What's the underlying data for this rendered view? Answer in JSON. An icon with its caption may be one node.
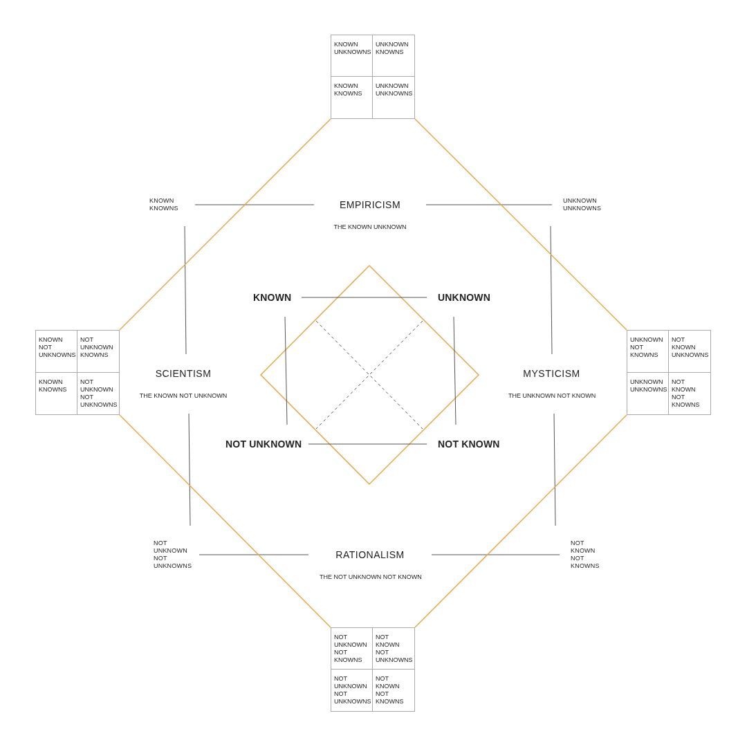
{
  "diagram": {
    "nodes": [
      {
        "text": [
          "KNOWN"
        ]
      },
      {
        "text": [
          "UNKNOWN"
        ]
      },
      {
        "text": [
          "NOT UNKNOWN"
        ]
      },
      {
        "text": [
          "NOT KNOWN"
        ]
      },
      {
        "text": [
          "EMPIRICISM",
          "THE KNOWN UNKNOWN"
        ]
      },
      {
        "text": [
          "SCIENTISM",
          "THE KNOWN NOT UNKNOWN"
        ]
      },
      {
        "text": [
          "MYSTICISM",
          "THE UNKNOWN NOT KNOWN"
        ]
      },
      {
        "text": [
          "RATIONALISM",
          "THE NOT UNKNOWN NOT KNOWN"
        ]
      },
      {
        "text": [
          "KNOWN KNOWNS"
        ]
      },
      {
        "text": [
          "UNKNOWN UNKNOWNS"
        ]
      },
      {
        "text": [
          "NOT UNKNOWN NOT UNKNOWNS"
        ]
      },
      {
        "text": [
          "NOT KNOWN NOT KNOWNS"
        ]
      },
      {
        "text": [
          "KNOWN UNKNOWNS",
          "UNKNOWN KNOWNS",
          "KNOWN KNOWNS",
          "UNKNOWN UNKNOWNS"
        ]
      },
      {
        "text": [
          "KNOWN NOT UNKNOWNS",
          "NOT UNKNOWN KNOWNS",
          "KNOWN KNOWNS",
          "NOT UNKNOWN NOT UNKNOWNS"
        ]
      },
      {
        "text": [
          "UNKNOWN NOT KNOWNS",
          "NOT KNOWN UNKNOWNS",
          "UNKNOWN UNKNOWNS",
          "NOT KNOWN NOT KNOWNS"
        ]
      },
      {
        "text": [
          "NOT UNKNOWN NOT KNOWNS",
          "NOT KNOWN NOT UNKNOWNS",
          "NOT UNKNOWN NOT UNKNOWNS",
          "NOT KNOWN NOT KNOWNS"
        ]
      }
    ],
    "edges": [
      {
        "from": 0,
        "to": 1,
        "arrow": "none"
      },
      {
        "from": 0,
        "to": 2,
        "arrow": "none"
      },
      {
        "from": 1,
        "to": 3,
        "arrow": "none"
      },
      {
        "from": 2,
        "to": 3,
        "arrow": "none"
      },
      {
        "from": 8,
        "to": 4,
        "arrow": "none"
      },
      {
        "from": 4,
        "to": 9,
        "arrow": "none"
      },
      {
        "from": 8,
        "to": 5,
        "arrow": "none"
      },
      {
        "from": 9,
        "to": 6,
        "arrow": "none"
      },
      {
        "from": 5,
        "to": 10,
        "arrow": "none"
      },
      {
        "from": 6,
        "to": 11,
        "arrow": "none"
      },
      {
        "from": 10,
        "to": 7,
        "arrow": "none"
      },
      {
        "from": 7,
        "to": 11,
        "arrow": "none"
      },
      {
        "from": 12,
        "to": 13,
        "arrow": "none",
        "color": "#e6a94a"
      },
      {
        "from": 12,
        "to": 14,
        "arrow": "none",
        "color": "#e6a94a"
      },
      {
        "from": 13,
        "to": 15,
        "arrow": "none",
        "color": "#e6a94a"
      },
      {
        "from": 14,
        "to": 15,
        "arrow": "none",
        "color": "#e6a94a"
      }
    ]
  }
}
